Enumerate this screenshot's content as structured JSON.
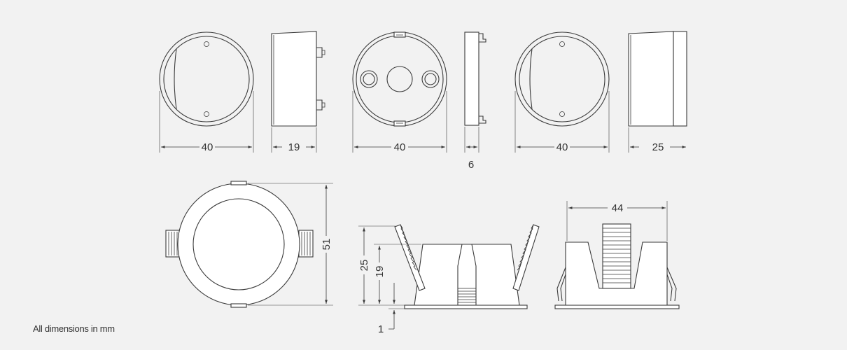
{
  "dimensions": {
    "view1_width": "40",
    "view2_depth": "19",
    "view3_width": "40",
    "view4_depth": "6",
    "view5_width": "40",
    "view6_depth": "25",
    "bottom_diameter": "51",
    "side_height_total": "25",
    "side_height_body": "19",
    "side_flange": "1",
    "front_width": "44"
  },
  "footnote": "All dimensions in mm",
  "colors": {
    "line": "#3a3a3a",
    "background": "#f2f2f2",
    "fill": "#ffffff"
  }
}
